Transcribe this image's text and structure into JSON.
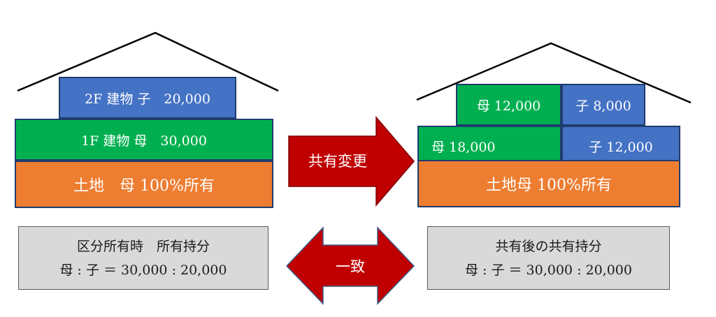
{
  "left": {
    "floor2": "2F 建物 子　20,000",
    "floor1": "1F 建物 母　30,000",
    "land": "土地　母 100%所有",
    "caption_line1": "区分所有時　所有持分",
    "caption_line2": "母 : 子 ＝ 30,000 : 20,000"
  },
  "right": {
    "floor2_mother": "母 12,000",
    "floor2_child": "子 8,000",
    "floor1_mother": "母 18,000",
    "floor1_child": "子 12,000",
    "land": "土地母 100%所有",
    "caption_line1": "共有後の共有持分",
    "caption_line2": "母 : 子 ＝ 30,000 : 20,000"
  },
  "arrows": {
    "change_label": "共有変更",
    "match_label": "一致"
  },
  "colors": {
    "blue": "#4472c4",
    "green": "#00b050",
    "orange": "#ed7d31",
    "arrow_red": "#c00000",
    "caption_gray": "#d9d9d9"
  }
}
